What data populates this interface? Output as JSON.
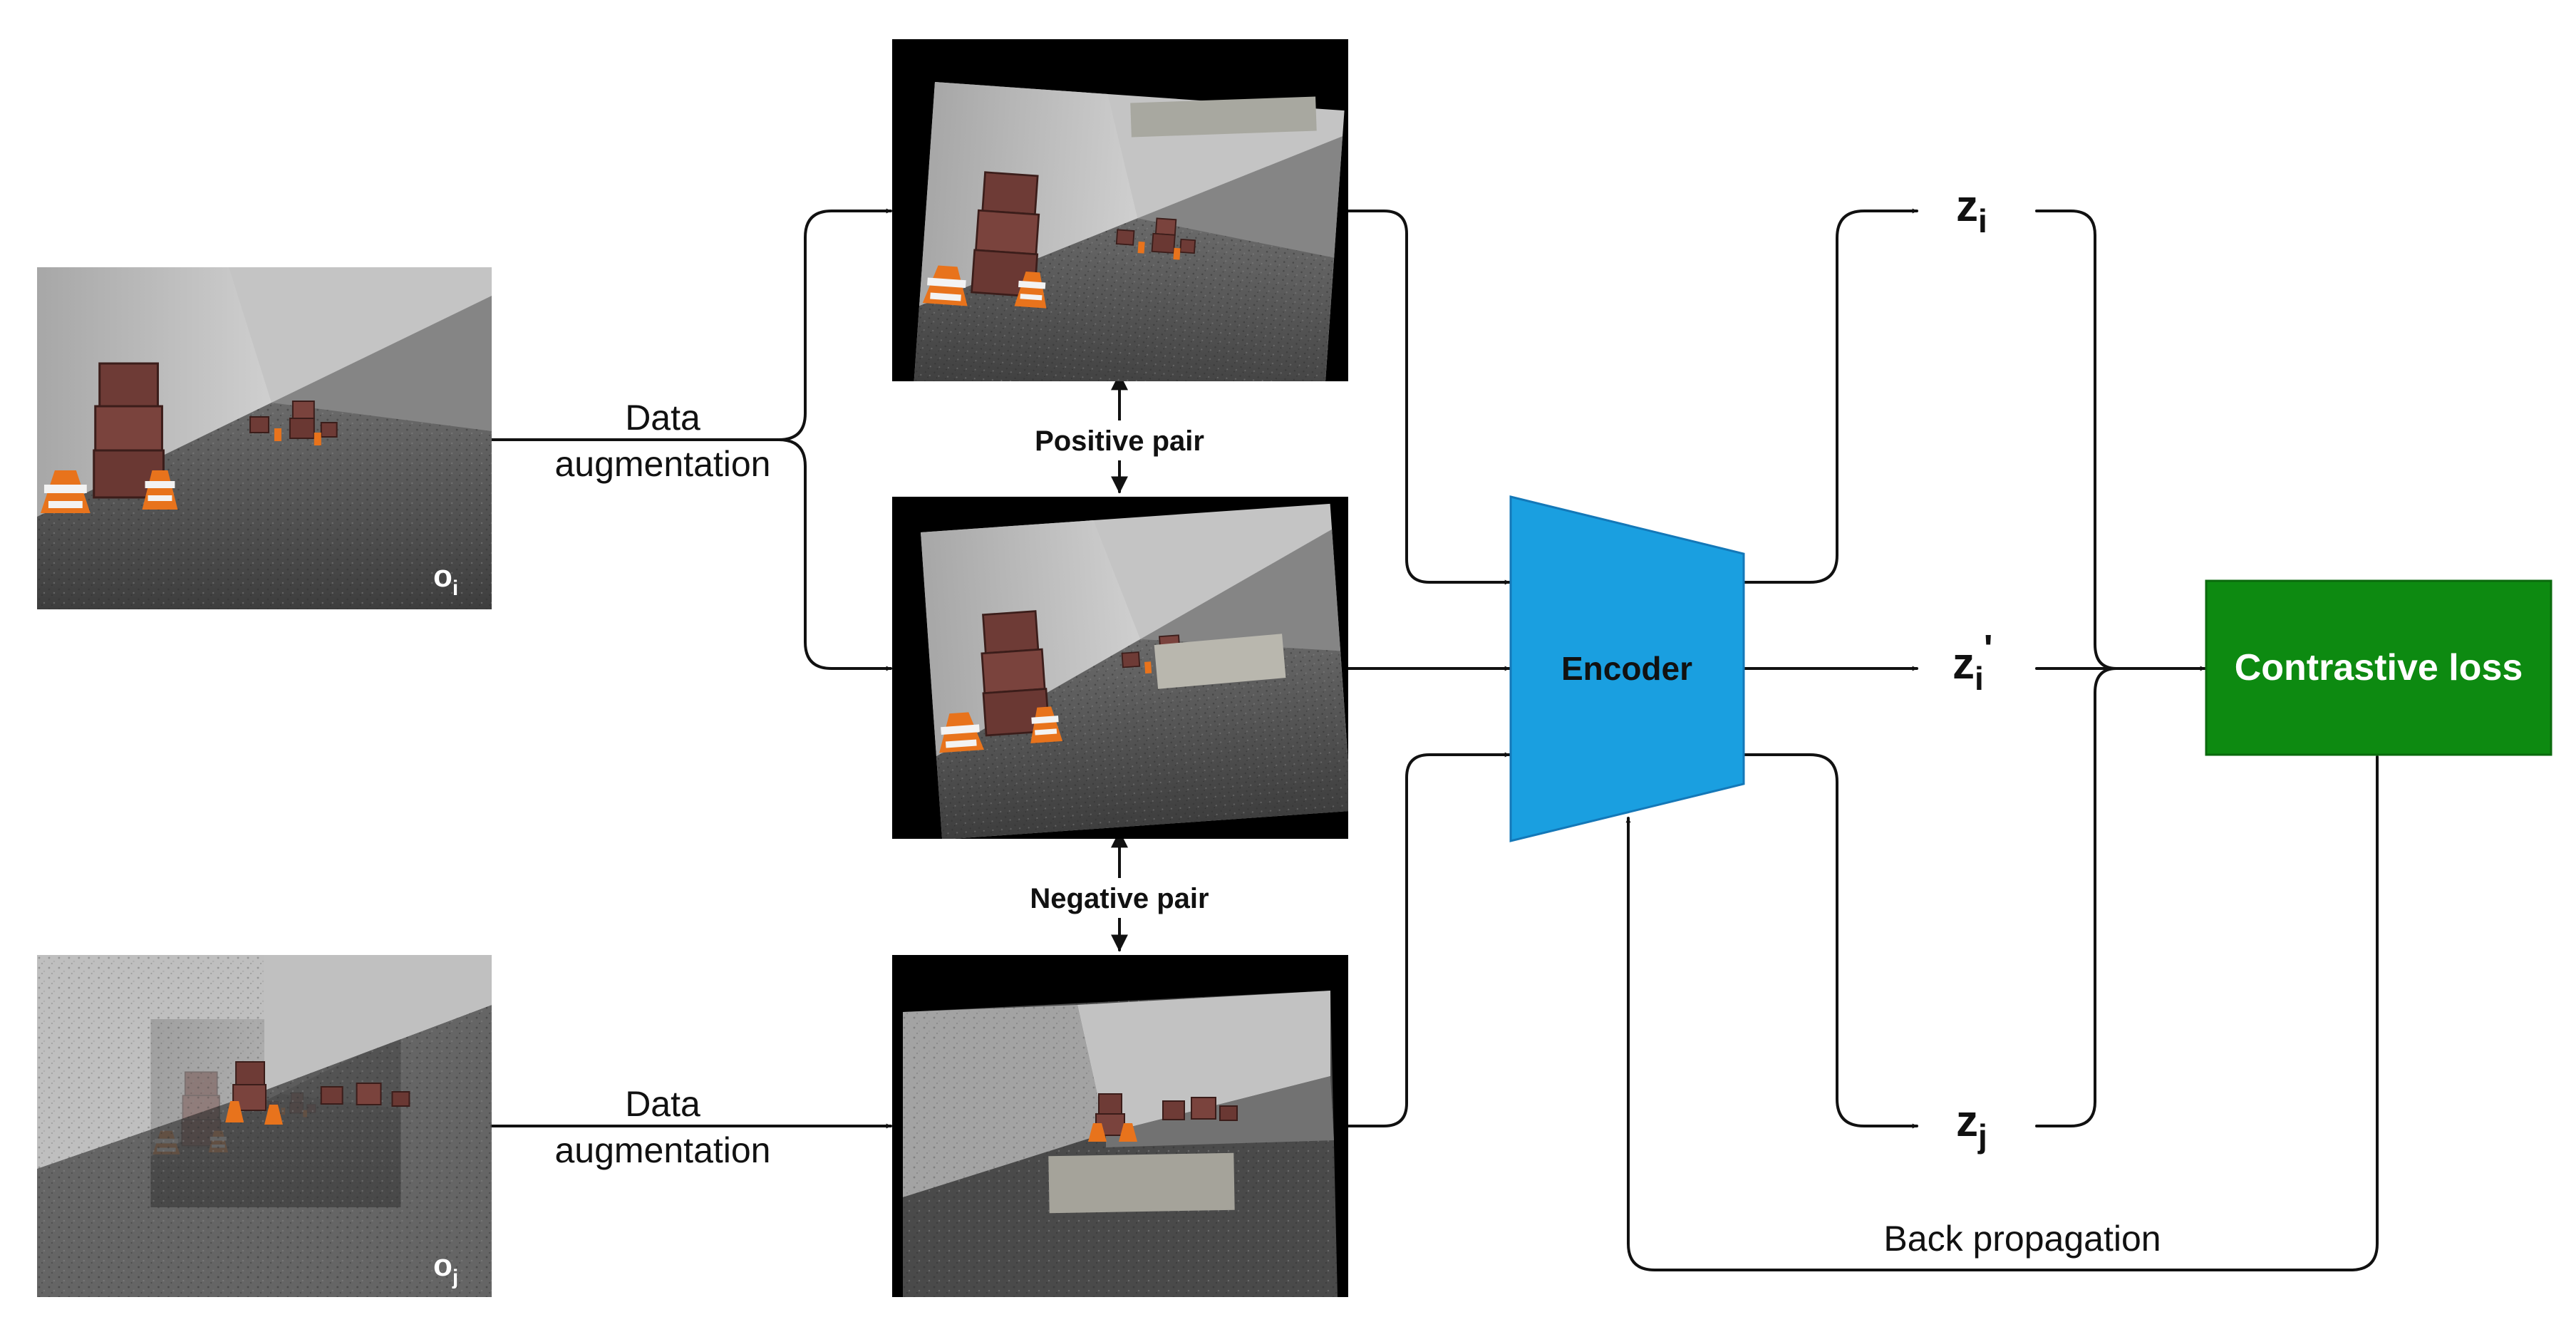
{
  "observations": {
    "oi": {
      "base": "o",
      "sub": "i"
    },
    "oj": {
      "base": "o",
      "sub": "j"
    }
  },
  "labels": {
    "aug_top": [
      "Data",
      "augmentation"
    ],
    "aug_bottom": [
      "Data",
      "augmentation"
    ],
    "positive_pair": "Positive pair",
    "negative_pair": "Negative pair",
    "encoder": "Encoder",
    "contrastive_loss": "Contrastive loss",
    "back_propagation": "Back propagation"
  },
  "embeddings": {
    "zi": {
      "base": "z",
      "sub": "i",
      "prime": ""
    },
    "zi_prime": {
      "base": "z",
      "sub": "i",
      "prime": "'"
    },
    "zj": {
      "base": "z",
      "sub": "j",
      "prime": ""
    }
  },
  "colors": {
    "encoder_fill": "#1a9fe0",
    "encoder_stroke": "#1478b8",
    "loss_fill": "#0d8a11",
    "loss_stroke": "#0a6a0d",
    "loss_text": "#ffffff",
    "line": "#111111"
  }
}
